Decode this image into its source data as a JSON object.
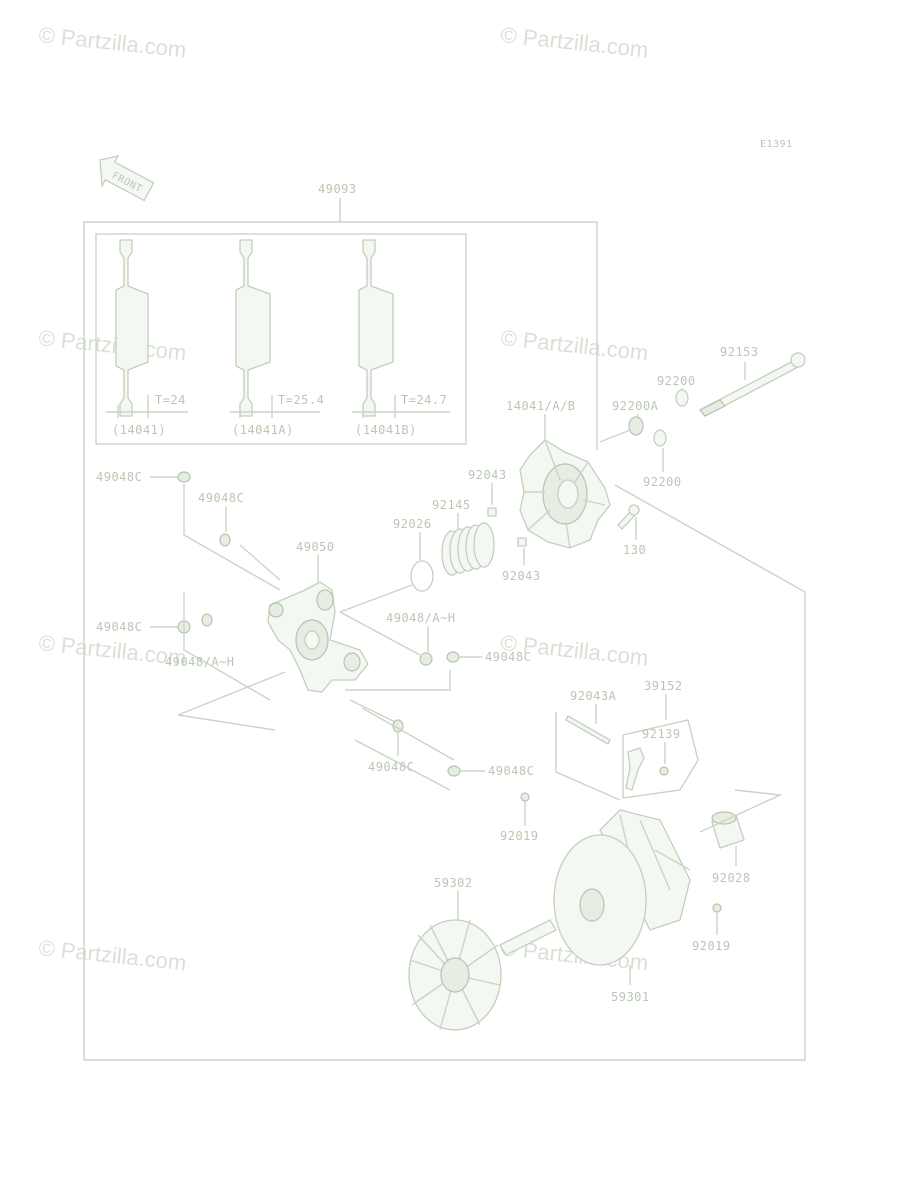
{
  "diagram": {
    "figure_code": "E1391",
    "front_label": "FRONT",
    "watermark": "© Partzilla.com",
    "shims": [
      {
        "thickness": "T=24",
        "part": "(14041)"
      },
      {
        "thickness": "T=25.4",
        "part": "(14041A)"
      },
      {
        "thickness": "T=24.7",
        "part": "(14041B)"
      }
    ],
    "labels": {
      "assembly": "49093",
      "bolt": "92153",
      "washer_top": "92200",
      "washer_bottom": "92200",
      "bearing": "92200A",
      "cover": "14041/A/B",
      "pin_top": "92043",
      "pin_bottom": "92043",
      "spring": "92145",
      "oring": "92026",
      "screw": "130",
      "nut_left_top": "49048C",
      "nut_left_mid": "49048C",
      "spider": "49050",
      "nut_left_lower": "49048C",
      "weight_left": "49048/A~H",
      "weight_right": "49048/A~H",
      "nut_right_mid": "49048C",
      "nut_center_low": "49048C",
      "nut_right_low": "49048C",
      "pin_long": "92043A",
      "holder": "39152",
      "clip": "92139",
      "ball_left": "92019",
      "ball_right": "92019",
      "bushing": "92028",
      "fan": "59302",
      "sheave": "59301"
    }
  }
}
